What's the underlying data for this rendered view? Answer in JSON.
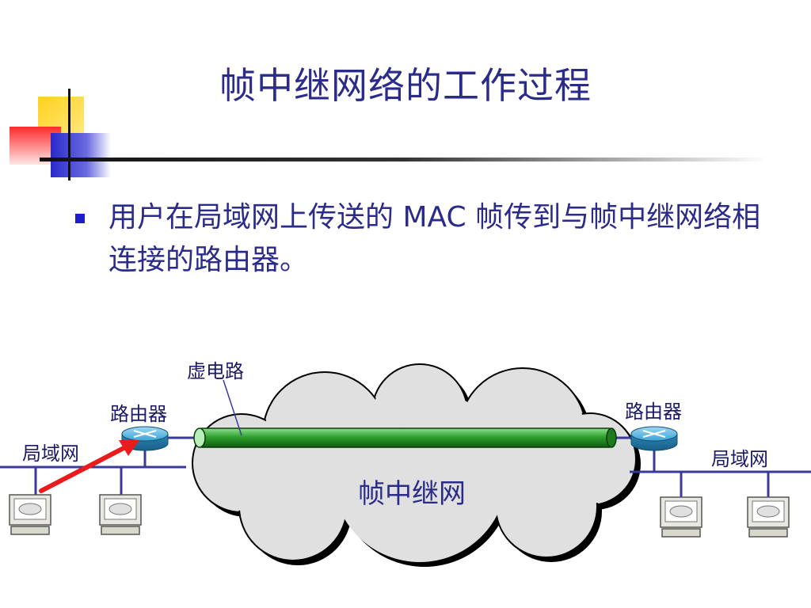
{
  "slide": {
    "title": "帧中继网络的工作过程",
    "bullet": "用户在局域网上传送的 MAC 帧传到与帧中继网络相连接的路由器。"
  },
  "diagram": {
    "virtual_circuit_label": "虚电路",
    "router_left_label": "路由器",
    "router_right_label": "路由器",
    "lan_left_label": "局域网",
    "lan_right_label": "局域网",
    "cloud_label": "帧中继网"
  },
  "colors": {
    "title": "#2b2b8a",
    "pipe": "#2fa12f",
    "lan_line": "#3a3a9a",
    "arrow": "#e81c1c",
    "cloud": "#e0e0e0",
    "router": "#3aa3d6"
  },
  "icons": {
    "router": "router-icon",
    "workstation": "workstation-icon",
    "arrow": "red-arrow-icon"
  }
}
